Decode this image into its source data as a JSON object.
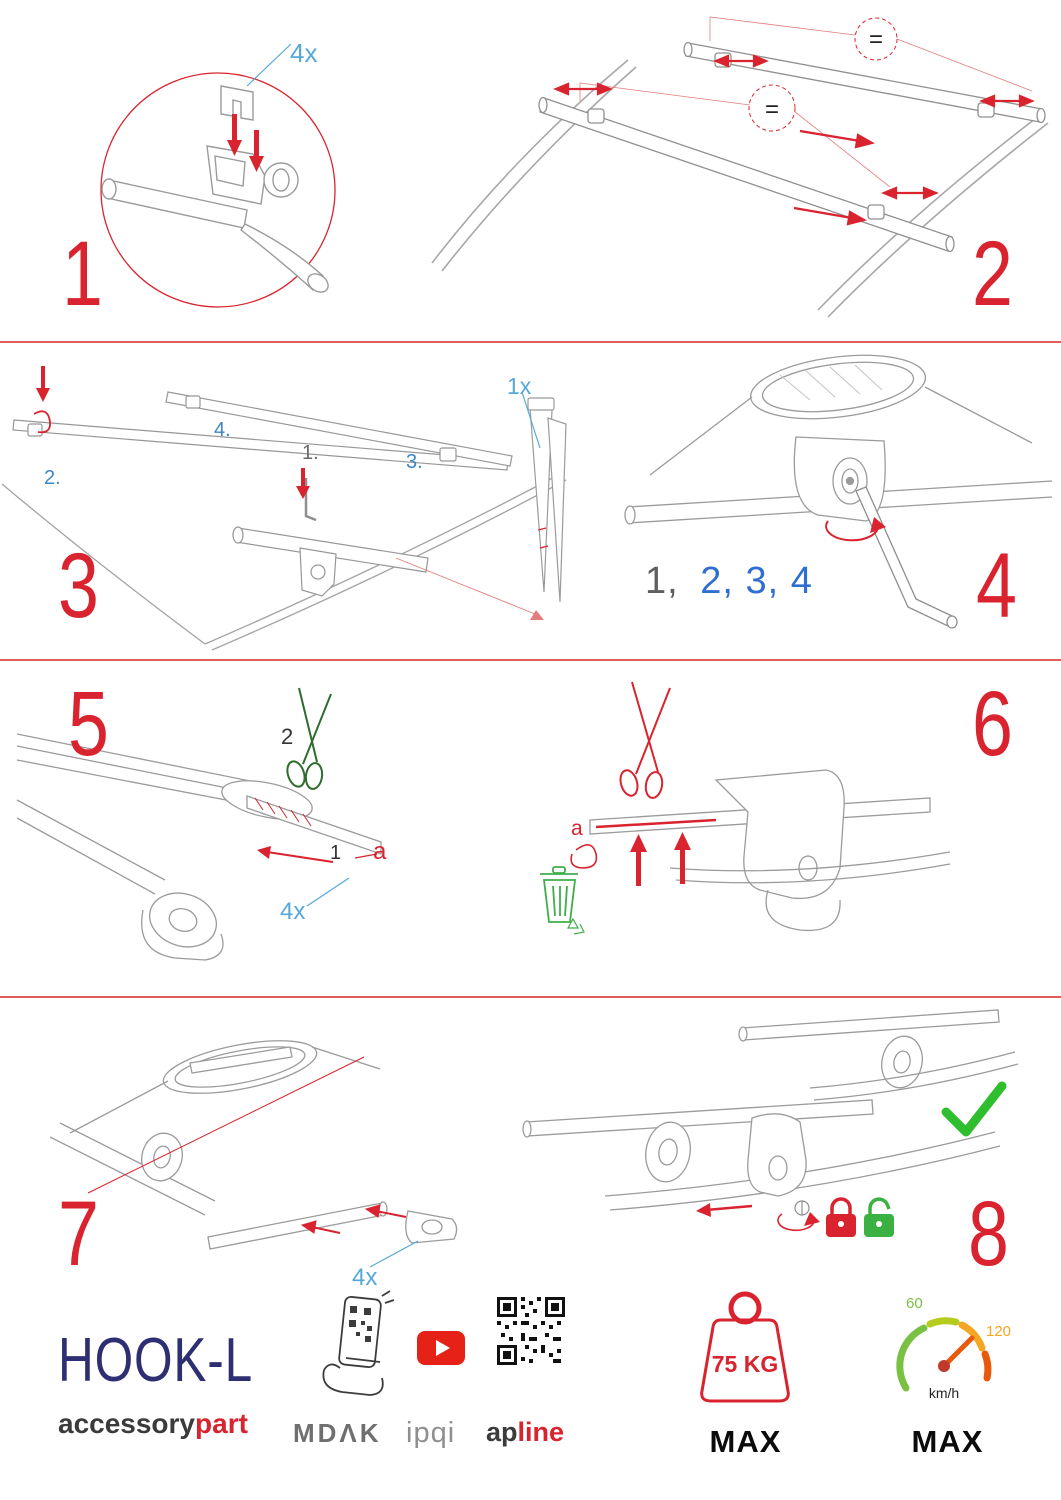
{
  "page": {
    "type": "roof rack mounting instruction sheet",
    "product": "HOOK-L"
  },
  "steps": {
    "s1": {
      "number": "1",
      "qty": "4x"
    },
    "s2": {
      "number": "2",
      "equal_top": "=",
      "equal_mid": "="
    },
    "s3": {
      "number": "3",
      "qty": "1x",
      "sub1": "1.",
      "sub2": "2.",
      "sub3": "3.",
      "sub4": "4."
    },
    "s4": {
      "number": "4",
      "seq_gray": "1,",
      "seq_blue": "2, 3, 4"
    },
    "s5": {
      "number": "5",
      "scissors_label": "2",
      "pull_label": "1",
      "a_label": "a",
      "qty": "4x"
    },
    "s6": {
      "number": "6",
      "a_label": "a"
    },
    "s7": {
      "number": "7",
      "qty": "4x"
    },
    "s8": {
      "number": "8"
    }
  },
  "footer": {
    "product_name": "HOOK-L",
    "brand_accessory": "accessory",
    "brand_part": "part",
    "logo_mdak": "MDΛK",
    "logo_ipqi": "ipqi",
    "logo_ap": "ap",
    "logo_line": "line",
    "weight_value": "75 KG",
    "weight_max": "MAX",
    "speed_low": "60",
    "speed_high": "120",
    "speed_unit": "km/h",
    "speed_max": "MAX"
  },
  "icons": {
    "zoom-circle-icon": "red magnifier detail circle",
    "equals-badge-icon": "dashed circle with equals sign",
    "scissors-icon": "scissors cutting strap",
    "trash-bin-icon": "waste bin with recycle mark",
    "checkmark-icon": "green check mark",
    "padlock-locked-icon": "red closed padlock",
    "padlock-unlocked-icon": "green open padlock",
    "phone-scan-icon": "hand holding phone scanning code",
    "youtube-icon": "YouTube play button",
    "qr-code-icon": "QR code",
    "weight-icon": "max load weight tag",
    "speedometer-icon": "max speed gauge"
  },
  "colors": {
    "step_number_red": "#d9232e",
    "arrow_red": "#d9232e",
    "label_blue_light": "#56a8d8",
    "label_blue": "#3d86c6",
    "sequence_blue": "#2f6fd0",
    "drawing_gray": "#9b9b9b",
    "scissors_green": "#2f6b2f",
    "bin_green": "#3fae49",
    "check_green": "#2ebe2e",
    "lock_green": "#3bb143",
    "product_navy": "#2e2e72",
    "brand_red": "#d9232e",
    "youtube_red": "#e62117",
    "speed_green": "#7ac143",
    "speed_orange": "#f5a623"
  }
}
